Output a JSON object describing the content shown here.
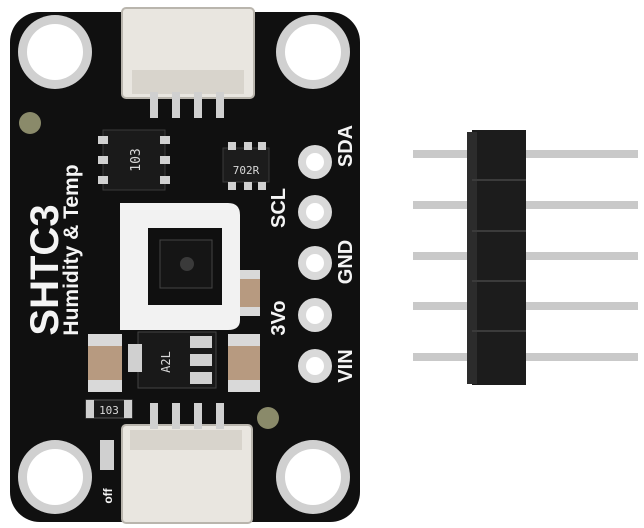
{
  "board": {
    "title": "SHTC3",
    "subtitle": "Humidity & Temp",
    "pins": [
      "SDA",
      "SCL",
      "GND",
      "3Vo",
      "VIN"
    ],
    "resistor_code_top": "103",
    "resistor_code_bottom": "103",
    "ic_marking": "702R",
    "regulator_marking": "A2L",
    "switch_label": "off",
    "colors": {
      "pcb": "#101010",
      "pad": "#d9d9d9",
      "connector": "#e9e6e0",
      "header_plastic": "#1c1c1c",
      "header_pin": "#c9c9c9"
    }
  },
  "header": {
    "pin_count": 5
  }
}
